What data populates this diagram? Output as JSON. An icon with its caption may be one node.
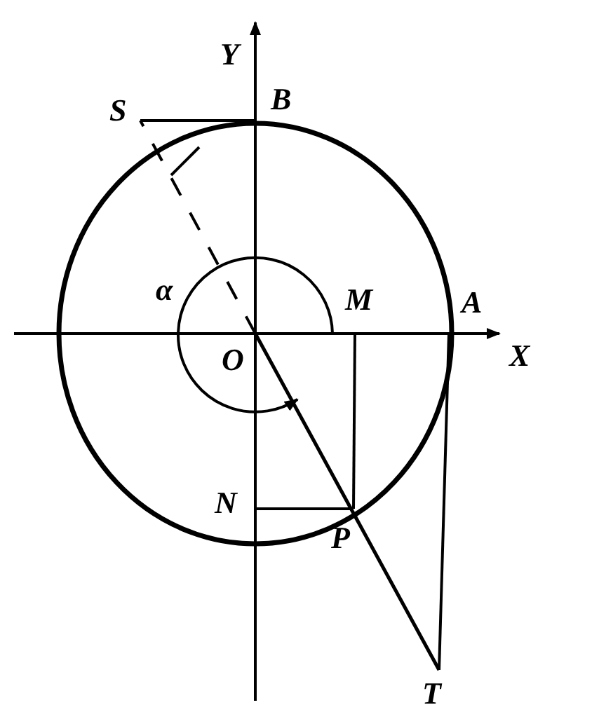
{
  "diagram": {
    "labels": [
      "Y",
      "S",
      "B",
      "α",
      "M",
      "A",
      "X",
      "O",
      "N",
      "P",
      "T"
    ]
  }
}
